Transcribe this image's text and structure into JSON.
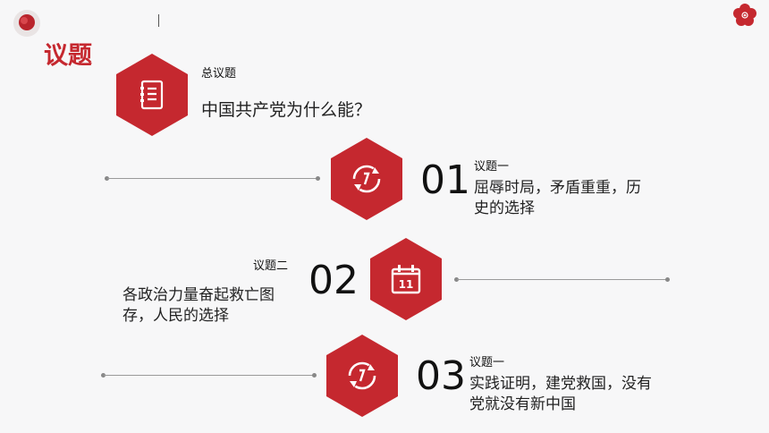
{
  "page": {
    "title": "议题"
  },
  "main_topic": {
    "label": "总议题",
    "text": "中国共产党为什么能？",
    "icon": "document-icon"
  },
  "topics": [
    {
      "number": "01",
      "label": "议题一",
      "text_line1": "屈辱时局，矛盾重重，历",
      "text_line2": "史的选择",
      "icon": "refresh-icon"
    },
    {
      "number": "02",
      "label": "议题二",
      "text_line1": "各政治力量奋起救亡图",
      "text_line2": "存，人民的选择",
      "icon": "calendar-icon",
      "icon_text": "11"
    },
    {
      "number": "03",
      "label": "议题一",
      "text_line1": "实践证明，建党救国，没有",
      "text_line2": "党就没有新中国",
      "icon": "refresh-icon"
    }
  ],
  "colors": {
    "accent": "#c5282f",
    "background": "#f7f7f8",
    "line": "#9a9a9a"
  }
}
